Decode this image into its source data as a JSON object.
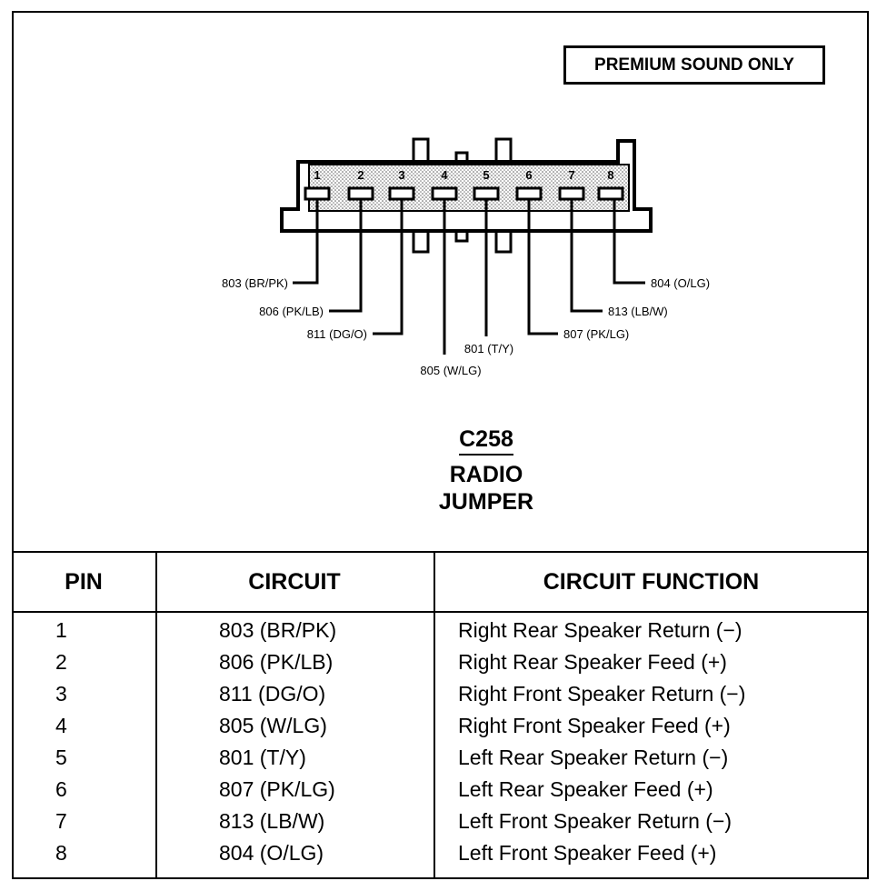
{
  "badge": "PREMIUM SOUND ONLY",
  "connector": {
    "id": "C258",
    "name_line1": "RADIO",
    "name_line2": "JUMPER",
    "pins": [
      "1",
      "2",
      "3",
      "4",
      "5",
      "6",
      "7",
      "8"
    ]
  },
  "wire_labels": {
    "pin1": "803 (BR/PK)",
    "pin2": "806 (PK/LB)",
    "pin3": "811 (DG/O)",
    "pin4": "805 (W/LG)",
    "pin5": "801 (T/Y)",
    "pin6": "807 (PK/LG)",
    "pin7": "813 (LB/W)",
    "pin8": "804 (O/LG)"
  },
  "table": {
    "headers": {
      "pin": "PIN",
      "circuit": "CIRCUIT",
      "function": "CIRCUIT FUNCTION"
    },
    "rows": [
      {
        "pin": "1",
        "circuit": "803 (BR/PK)",
        "function": "Right Rear Speaker Return (−)"
      },
      {
        "pin": "2",
        "circuit": "806 (PK/LB)",
        "function": "Right Rear Speaker Feed (+)"
      },
      {
        "pin": "3",
        "circuit": "811 (DG/O)",
        "function": "Right Front Speaker Return (−)"
      },
      {
        "pin": "4",
        "circuit": "805 (W/LG)",
        "function": "Right Front Speaker Feed (+)"
      },
      {
        "pin": "5",
        "circuit": "801 (T/Y)",
        "function": "Left Rear Speaker Return (−)"
      },
      {
        "pin": "6",
        "circuit": "807 (PK/LG)",
        "function": "Left Rear Speaker Feed (+)"
      },
      {
        "pin": "7",
        "circuit": "813 (LB/W)",
        "function": "Left Front Speaker Return (−)"
      },
      {
        "pin": "8",
        "circuit": "804 (O/LG)",
        "function": "Left Front Speaker Feed (+)"
      }
    ]
  }
}
